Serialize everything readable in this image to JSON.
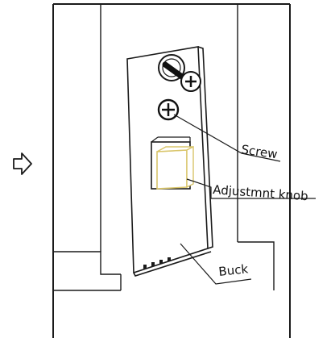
{
  "labels": {
    "screw": "Screw",
    "adjustment_knob": "Adjustmnt knob",
    "buck": "Buck"
  },
  "icons": {
    "arrow": "right-arrow-icon"
  },
  "colors": {
    "line": "#1a1a1a",
    "knob_outline": "#d9c56a",
    "screw_head": "#111111"
  }
}
